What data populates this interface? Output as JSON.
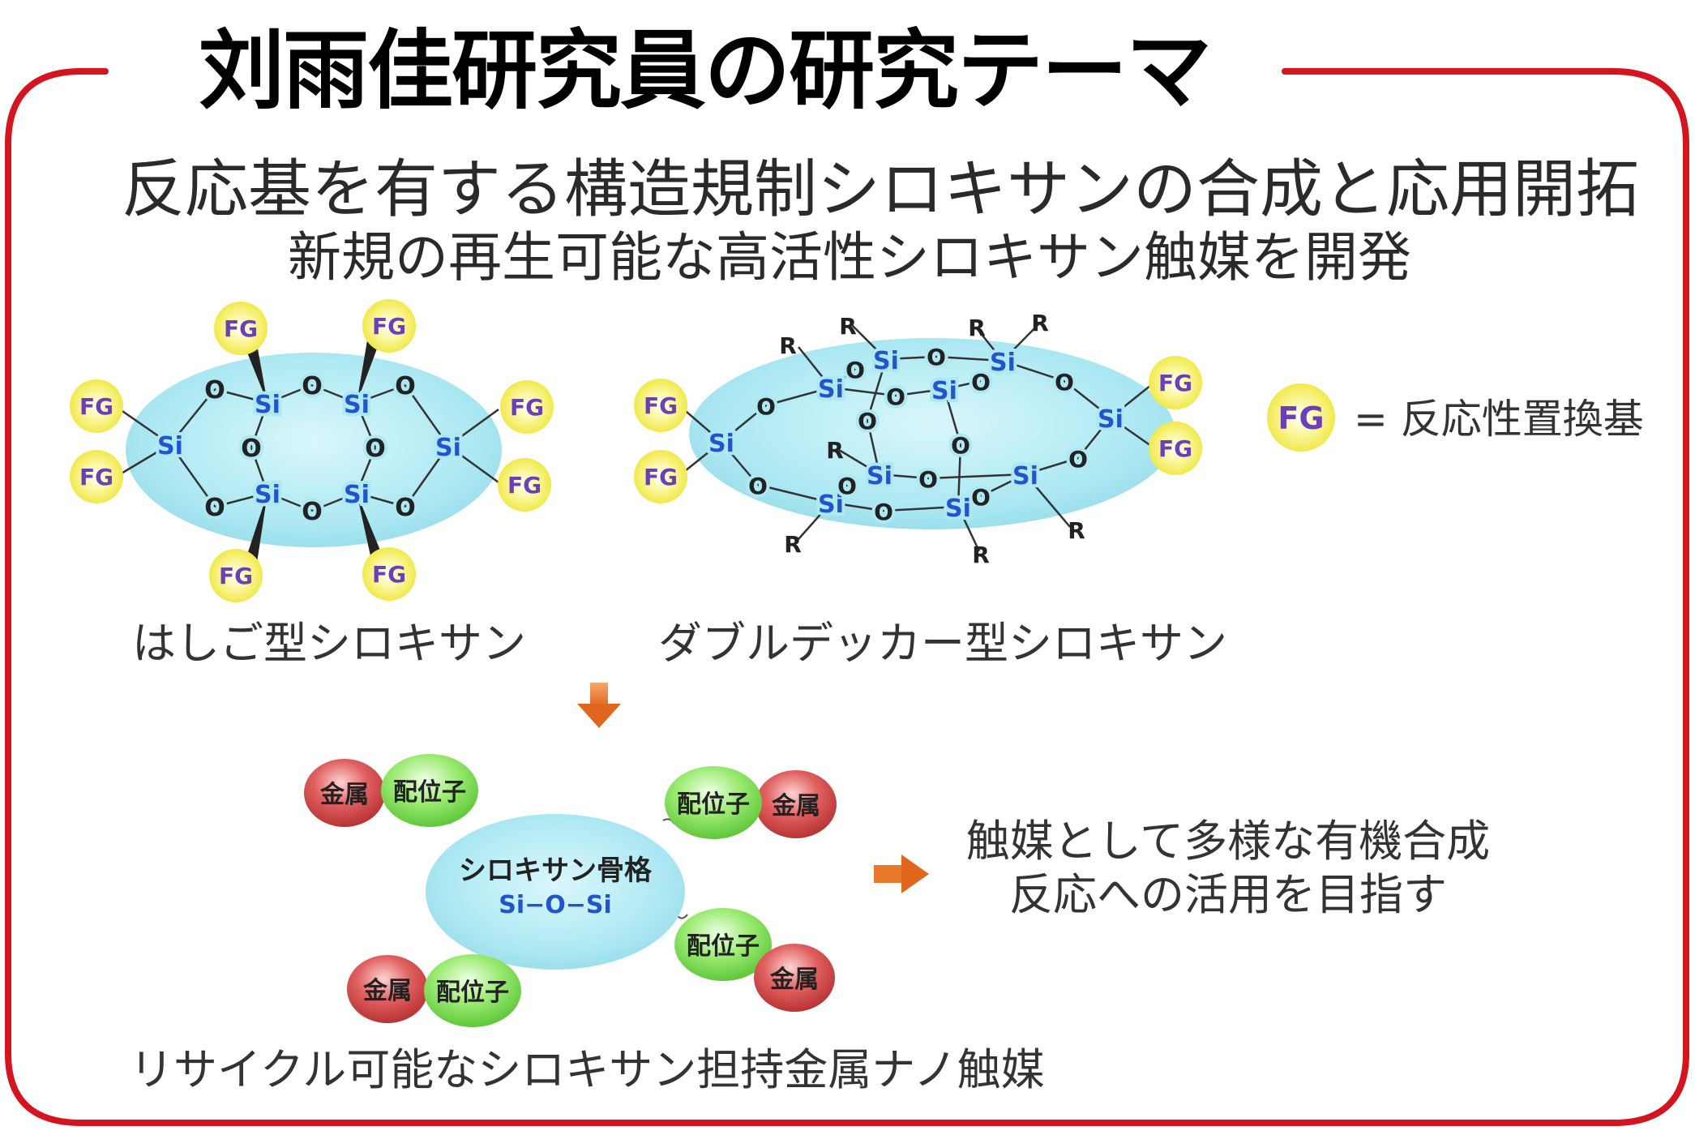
{
  "title": "刘雨佳研究員の研究テーマ",
  "subtitle": "反応基を有する構造規制シロキサンの合成と応用開拓",
  "subtitle2": "新規の再生可能な高活性シロキサン触媒を開発",
  "labels": {
    "fg": "FG",
    "si": "Si",
    "o": "O",
    "r": "R",
    "metal": "金属",
    "ligand": "配位子",
    "skeleton": "シロキサン骨格",
    "skeleton_formula": "Si−O−Si"
  },
  "legend": {
    "text": "= 反応性置換基"
  },
  "captions": {
    "ladder": "はしご型シロキサン",
    "double_decker": "ダブルデッカー型シロキサン",
    "catalyst": "リサイクル可能なシロキサン担持金属ナノ触媒"
  },
  "goal": {
    "line1": "触媒として多様な有機合成",
    "line2": "反応への活用を目指す"
  },
  "colors": {
    "frame": "#d4141e",
    "ellipse": "#aee9f3",
    "fg_fill": "#f7f060",
    "fg_text": "#6a3fb7",
    "si_text": "#2255cc",
    "metal": "#d94545",
    "ligand": "#7fdf50",
    "arrow": "#e8792a"
  }
}
